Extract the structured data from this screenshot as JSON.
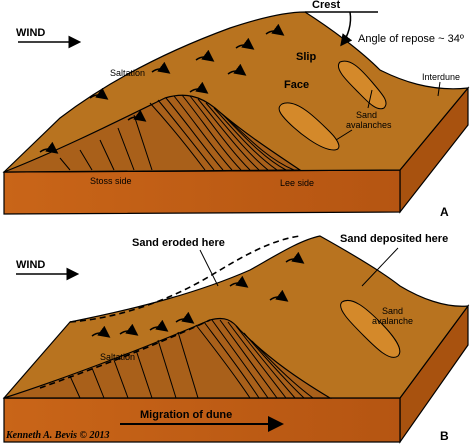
{
  "panel_a": {
    "wind_label": "WIND",
    "crest_label": "Crest",
    "slip_label": "Slip",
    "face_label": "Face",
    "angle_label": "Angle of repose ~ 34º",
    "interdune_label": "Interdune",
    "saltation_label": "Saltation",
    "sand_avalanches_line1": "Sand",
    "sand_avalanches_line2": "avalanches",
    "stoss_label": "Stoss side",
    "lee_label": "Lee side",
    "panel_letter": "A"
  },
  "panel_b": {
    "wind_label": "WIND",
    "eroded_label": "Sand eroded here",
    "deposited_label": "Sand deposited here",
    "saltation_label": "Saltation",
    "sand_avalanche_line1": "Sand",
    "sand_avalanche_line2": "avalanche",
    "migration_label": "Migration of dune",
    "panel_letter": "B"
  },
  "credit": "Kenneth A. Bevis © 2013",
  "colors": {
    "sand_top": "#b8731f",
    "sand_side": "#c9641a",
    "sand_dark": "#8a4f12",
    "avalanche": "#d4892a"
  }
}
